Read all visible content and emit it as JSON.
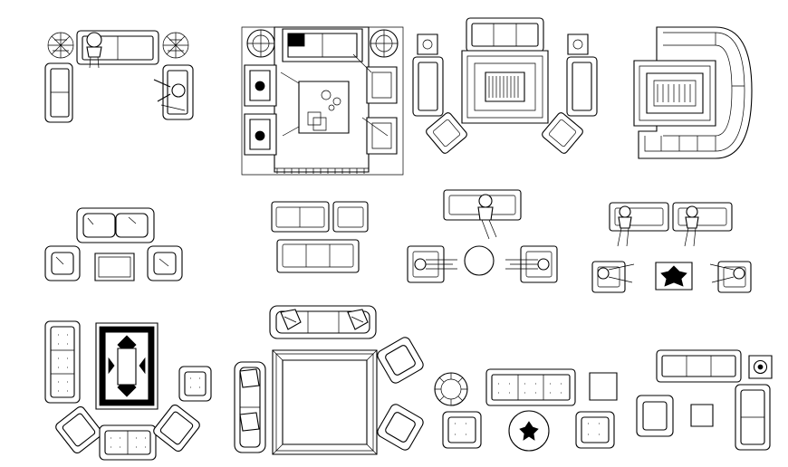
{
  "drawing": {
    "type": "cad-furniture-plan-blocks",
    "colors": {
      "background": "#ffffff",
      "line": "#000000"
    },
    "labels": []
  },
  "groups": [
    {
      "name": "group-sofa-two-people-armchair",
      "furniture": [
        "sofa",
        "armchair",
        "loveseat",
        "potted-plant",
        "potted-plant",
        "person",
        "person"
      ]
    },
    {
      "name": "group-boxed-lounge-square-rug",
      "furniture": [
        "sofa",
        "armchair",
        "armchair",
        "armchair",
        "armchair",
        "side-table",
        "side-table",
        "coffee-table",
        "rug",
        "person"
      ]
    },
    {
      "name": "group-sofa-patterned-rug-angled-chairs",
      "furniture": [
        "sofa",
        "armchair",
        "armchair",
        "armchair",
        "armchair",
        "rug",
        "side-table",
        "side-table"
      ]
    },
    {
      "name": "group-curved-sectional-rug",
      "furniture": [
        "sectional-sofa",
        "rug"
      ]
    },
    {
      "name": "group-loveseat-armchairs-tea-table",
      "furniture": [
        "loveseat",
        "armchair",
        "armchair",
        "coffee-table"
      ]
    },
    {
      "name": "group-sofa-two-chairs",
      "furniture": [
        "sofa",
        "armchair",
        "armchair",
        "sofa"
      ]
    },
    {
      "name": "group-sofa-round-table-reclined-people",
      "furniture": [
        "sofa",
        "armchair",
        "armchair",
        "round-table",
        "person",
        "person",
        "person"
      ]
    },
    {
      "name": "group-two-loveseats-four-people",
      "furniture": [
        "loveseat",
        "loveseat",
        "armchair",
        "armchair",
        "coffee-table",
        "person",
        "person",
        "person",
        "person"
      ]
    },
    {
      "name": "group-tufted-suite-ornate-rug",
      "furniture": [
        "tufted-sofa",
        "tufted-sofa",
        "tufted-armchair",
        "tufted-armchair",
        "tufted-armchair",
        "ornate-rug",
        "coffee-table"
      ]
    },
    {
      "name": "group-sofa-square-bordered-rug",
      "furniture": [
        "sofa",
        "sofa",
        "armchair",
        "armchair",
        "rug",
        "cushion",
        "cushion",
        "cushion",
        "cushion"
      ]
    },
    {
      "name": "group-tufted-sofa-round-tables",
      "furniture": [
        "tufted-sofa",
        "tufted-armchair",
        "tufted-armchair",
        "round-table",
        "round-table",
        "side-table"
      ]
    },
    {
      "name": "group-sofa-loveseat-armchair-lamp",
      "furniture": [
        "sofa",
        "loveseat",
        "armchair",
        "side-table",
        "side-table",
        "lamp"
      ]
    }
  ]
}
